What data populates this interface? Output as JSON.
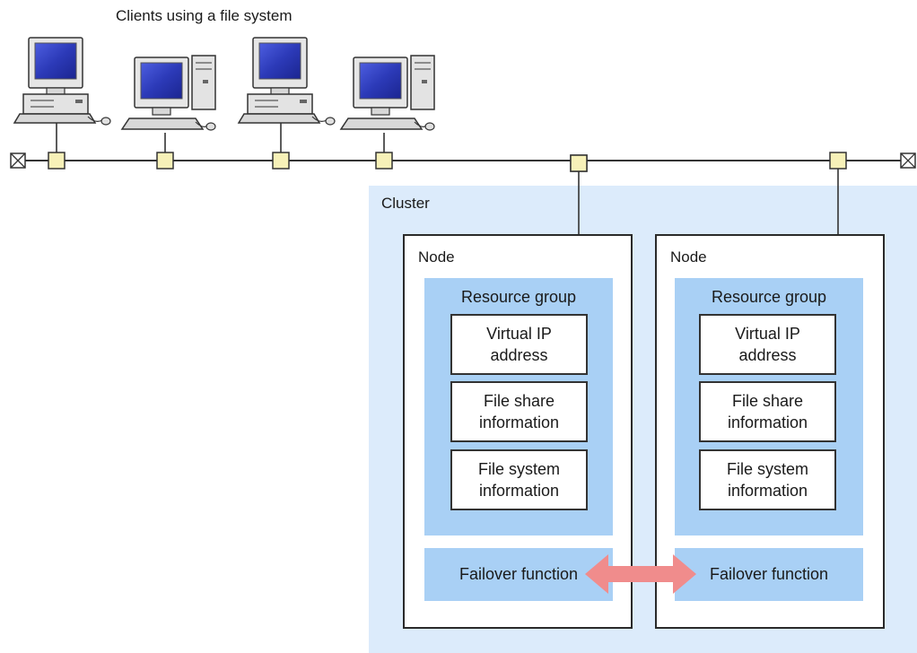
{
  "caption": "Clients using a file system",
  "cluster": {
    "label": "Cluster",
    "nodes": [
      {
        "label": "Node",
        "resource_group": {
          "label": "Resource group",
          "items": [
            "Virtual IP address",
            "File share information",
            "File system information"
          ]
        },
        "failover": "Failover function"
      },
      {
        "label": "Node",
        "resource_group": {
          "label": "Resource group",
          "items": [
            "Virtual IP address",
            "File share information",
            "File system information"
          ]
        },
        "failover": "Failover function"
      }
    ]
  },
  "colors": {
    "cluster_bg": "#dcebfb",
    "resource_bg": "#a9d0f5",
    "arrow": "#f08c8c",
    "connector": "#f7f1b8"
  }
}
